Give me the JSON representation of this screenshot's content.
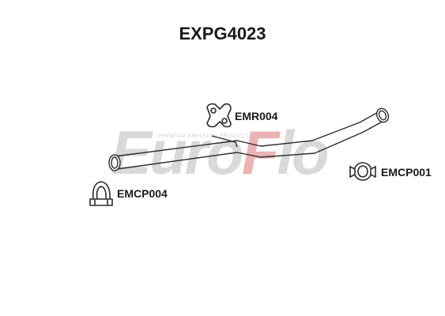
{
  "title": "EXPG4023",
  "parts": {
    "hanger": "EMR004",
    "clamp_right": "EMCP001",
    "clamp_left": "EMCP004"
  },
  "watermark": {
    "brand": "EuroFlo",
    "tagline": "PREMIUM EMISSION PRODUCTS"
  },
  "colors": {
    "outline": "#2b2b2b",
    "watermark": "#d9d9d9",
    "watermark_accent": "#e8a0a0"
  }
}
